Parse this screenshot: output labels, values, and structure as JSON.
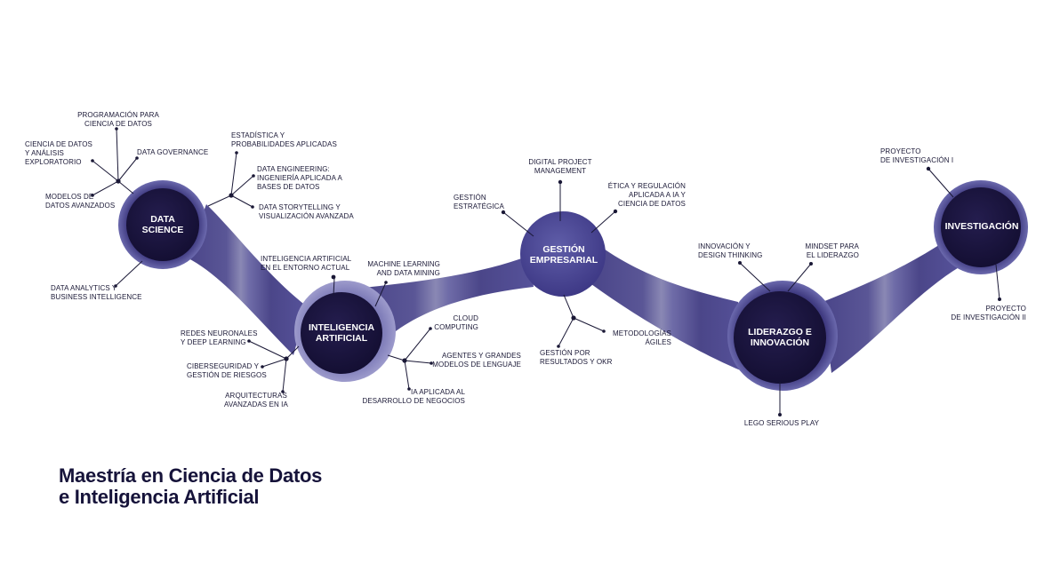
{
  "title": "Maestría en Ciencia de Datos\ne Inteligencia Artificial",
  "colors": {
    "band": "#4e4a8e",
    "band_light": "#7c7ab6",
    "node_dark": "#1c1640",
    "ring": "#5a58a0",
    "text": "#1a1836"
  },
  "hubs": {
    "data_science": "DATA\nSCIENCE",
    "ia": "INTELIGENCIA\nARTIFICIAL",
    "gestion": "GESTIÓN\nEMPRESARIAL",
    "liderazgo": "LIDERAZGO E\nINNOVACIÓN",
    "investigacion": "INVESTIGACIÓN"
  },
  "topics": {
    "programacion": "PROGRAMACIÓN PARA\nCIENCIA DE DATOS",
    "ciencia_datos": "CIENCIA DE DATOS\nY ANÁLISIS\nEXPLORATORIO",
    "data_governance": "DATA GOVERNANCE",
    "modelos_datos": "MODELOS DE\nDATOS AVANZADOS",
    "estadistica": "ESTADÍSTICA Y\nPROBABILIDADES APLICADAS",
    "data_engineering": "DATA ENGINEERING:\nINGENIERÍA APLICADA A\nBASES DE DATOS",
    "data_storytelling": "DATA STORYTELLING Y\nVISUALIZACIÓN AVANZADA",
    "data_analytics": "DATA ANALYTICS Y\nBUSINESS INTELLIGENCE",
    "ia_entorno": "INTELIGENCIA ARTIFICIAL\nEN EL ENTORNO ACTUAL",
    "machine_learning": "MACHINE LEARNING\nAND DATA MINING",
    "redes_neuronales": "REDES NEURONALES\nY DEEP LEARNING",
    "ciberseguridad": "CIBERSEGURIDAD Y\nGESTIÓN DE RIESGOS",
    "arquitecturas": "ARQUITECTURAS\nAVANZADAS EN IA",
    "cloud": "CLOUD\nCOMPUTING",
    "agentes": "AGENTES Y GRANDES\nMODELOS DE LENGUAJE",
    "ia_negocios": "IA APLICADA AL\nDESARROLLO DE NEGOCIOS",
    "digital_project": "DIGITAL PROJECT\nMANAGEMENT",
    "gestion_estrategica": "GESTIÓN\nESTRATÉGICA",
    "etica": "ÉTICA Y REGULACIÓN\nAPLICADA A IA Y\nCIENCIA DE DATOS",
    "metodologias": "METODOLOGÍAS\nÁGILES",
    "gestion_resultados": "GESTIÓN POR\nRESULTADOS Y OKR",
    "innovacion": "INNOVACIÓN Y\nDESIGN THINKING",
    "mindset": "MINDSET PARA\nEL LIDERAZGO",
    "lego": "LEGO SERIOUS PLAY",
    "proyecto1": "PROYECTO\nDE INVESTIGACIÓN I",
    "proyecto2": "PROYECTO\nDE INVESTIGACIÓN II"
  }
}
